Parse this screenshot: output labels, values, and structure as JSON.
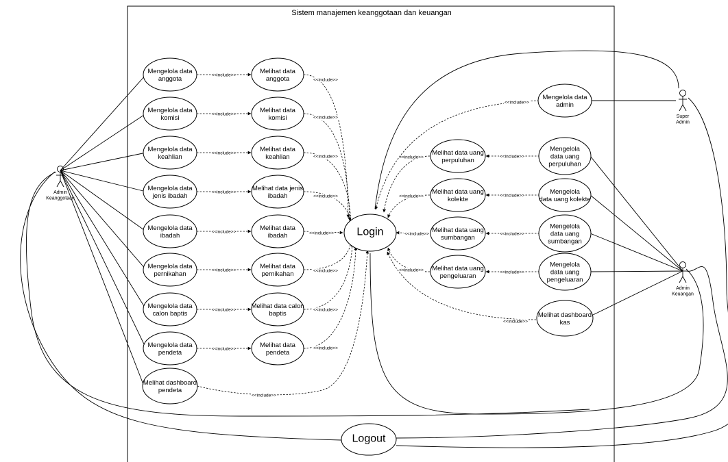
{
  "title": "Sistem manajemen keanggotaan dan keuangan",
  "include_label": "<<include>>",
  "actors": {
    "admin_keanggotaan": [
      "Admin",
      "Keanggotaan"
    ],
    "super_admin": [
      "Super",
      "Admin"
    ],
    "admin_keuangan": [
      "Admin",
      "Keuangan"
    ]
  },
  "login": "Login",
  "logout": "Logout",
  "left_manage": [
    [
      "Mengelola data",
      "anggota"
    ],
    [
      "Mengelola data",
      "komisi"
    ],
    [
      "Mengelola data",
      "keahlian"
    ],
    [
      "Mengelola data",
      "jenis ibadah"
    ],
    [
      "Mengelola data",
      "ibadah"
    ],
    [
      "Mengelola data",
      "pernikahan"
    ],
    [
      "Mengelola data",
      "calon baptis"
    ],
    [
      "Mengelola data",
      "pendeta"
    ],
    [
      "Melihat dashboard",
      "pendeta"
    ]
  ],
  "left_view": [
    [
      "Melihat data",
      "anggota"
    ],
    [
      "Melihat data",
      "komisi"
    ],
    [
      "Melihat data",
      "keahlian"
    ],
    [
      "Melihat data jenis",
      "ibadah"
    ],
    [
      "Melihat data",
      "ibadah"
    ],
    [
      "Melihat data",
      "pernikahan"
    ],
    [
      "Melihat data calon",
      "baptis"
    ],
    [
      "Melihat data",
      "pendeta"
    ]
  ],
  "right_view": [
    [
      "Melihat data uang",
      "perpuluhan"
    ],
    [
      "Melihat data uang",
      "kolekte"
    ],
    [
      "Melihat data uang",
      "sumbangan"
    ],
    [
      "Melihat data uang",
      "pengeluaran"
    ]
  ],
  "right_manage": [
    [
      "Mengelola data",
      "admin"
    ],
    [
      "Mengelola",
      "data uang",
      "perpuluhan"
    ],
    [
      "Mengelola",
      "data uang kolekte"
    ],
    [
      "Mengelola",
      "data uang",
      "sumbangan"
    ],
    [
      "Mengelola",
      "data uang",
      "pengeluaran"
    ],
    [
      "Melihat dashboard",
      "kas"
    ]
  ]
}
